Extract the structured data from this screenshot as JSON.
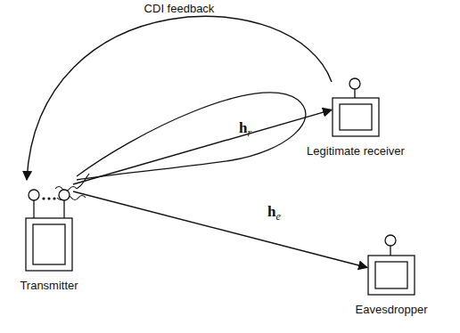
{
  "diagram": {
    "nodes": [
      {
        "text": [
          "Transmitter"
        ]
      },
      {
        "text": [
          "Legitimate receiver"
        ]
      },
      {
        "text": [
          "Eavesdropper"
        ]
      }
    ],
    "edges": [
      {
        "from": 1,
        "to": 0,
        "arrow": "to",
        "label": "CDI feedback"
      },
      {
        "from": 0,
        "to": 1,
        "arrow": "to",
        "label": "hr"
      },
      {
        "from": 0,
        "to": 2,
        "arrow": "to",
        "label": "he"
      }
    ]
  }
}
